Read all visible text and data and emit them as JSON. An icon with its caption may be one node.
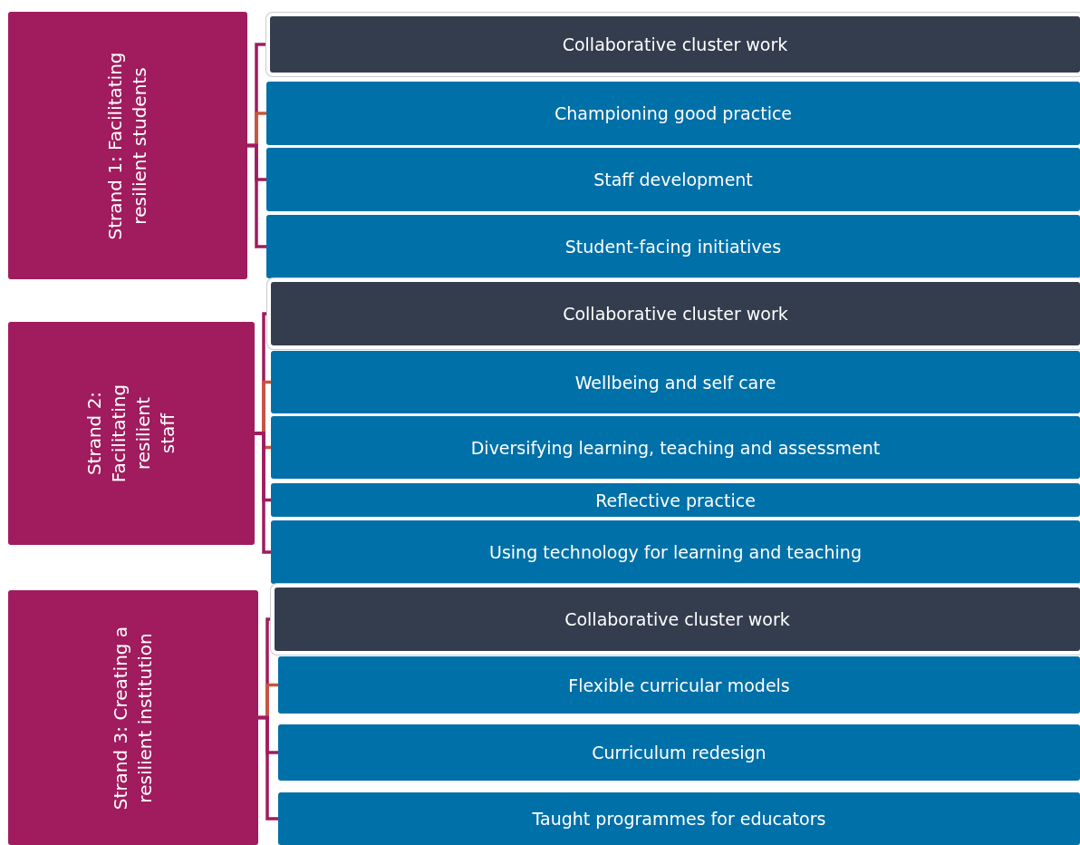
{
  "diagram": {
    "nodes": [
      {
        "text": [
          "Strand 1: Facilitating resilient students"
        ]
      },
      {
        "text": [
          "Collaborative cluster work"
        ]
      },
      {
        "text": [
          "Championing good practice"
        ]
      },
      {
        "text": [
          "Staff development"
        ]
      },
      {
        "text": [
          "Student-facing initiatives"
        ]
      },
      {
        "text": [
          "Strand 2: Facilitating resilient staff"
        ]
      },
      {
        "text": [
          "Collaborative cluster work"
        ]
      },
      {
        "text": [
          "Wellbeing and self care"
        ]
      },
      {
        "text": [
          "Diversifying learning, teaching and assessment"
        ]
      },
      {
        "text": [
          "Reflective practice"
        ]
      },
      {
        "text": [
          "Using technology for learning and teaching"
        ]
      },
      {
        "text": [
          "Strand 3: Creating a resilient institution"
        ]
      },
      {
        "text": [
          "Collaborative cluster work"
        ]
      },
      {
        "text": [
          "Flexible curricular models"
        ]
      },
      {
        "text": [
          "Curriculum redesign"
        ]
      },
      {
        "text": [
          "Taught programmes for educators"
        ]
      }
    ],
    "edges": [
      {
        "from": 0,
        "to": 1,
        "arrow": "none"
      },
      {
        "from": 0,
        "to": 2,
        "arrow": "none",
        "color": "#c8553d"
      },
      {
        "from": 0,
        "to": 3,
        "arrow": "none"
      },
      {
        "from": 0,
        "to": 4,
        "arrow": "none"
      },
      {
        "from": 5,
        "to": 6,
        "arrow": "none"
      },
      {
        "from": 5,
        "to": 7,
        "arrow": "none",
        "color": "#c8553d"
      },
      {
        "from": 5,
        "to": 8,
        "arrow": "none",
        "color": "#c8553d"
      },
      {
        "from": 5,
        "to": 9,
        "arrow": "none"
      },
      {
        "from": 5,
        "to": 10,
        "arrow": "none"
      },
      {
        "from": 11,
        "to": 12,
        "arrow": "none"
      },
      {
        "from": 11,
        "to": 13,
        "arrow": "none",
        "color": "#c8553d"
      },
      {
        "from": 11,
        "to": 14,
        "arrow": "none"
      },
      {
        "from": 11,
        "to": 15,
        "arrow": "none"
      }
    ]
  }
}
